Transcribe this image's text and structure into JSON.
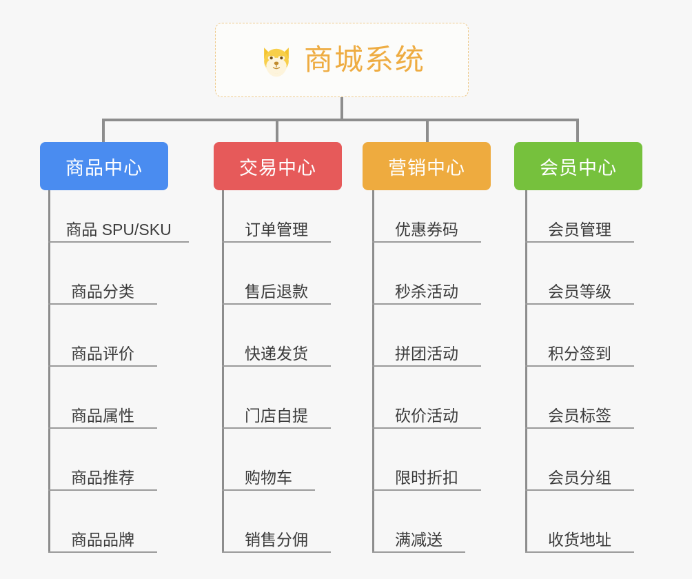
{
  "diagram": {
    "title": "商城系统",
    "root_icon": "dog-face-emoji",
    "background_color": "#f7f7f7",
    "title_color": "#eeac42",
    "connector_color": "#8d8d8d",
    "columns": [
      {
        "name": "商品中心",
        "color": "#4a8cf0",
        "items": [
          "商品 SPU/SKU",
          "商品分类",
          "商品评价",
          "商品属性",
          "商品推荐",
          "商品品牌"
        ]
      },
      {
        "name": "交易中心",
        "color": "#e65a5a",
        "items": [
          "订单管理",
          "售后退款",
          "快递发货",
          "门店自提",
          "购物车",
          "销售分佣"
        ]
      },
      {
        "name": "营销中心",
        "color": "#eeab3f",
        "items": [
          "优惠券码",
          "秒杀活动",
          "拼团活动",
          "砍价活动",
          "限时折扣",
          "满减送"
        ]
      },
      {
        "name": "会员中心",
        "color": "#76c13d",
        "items": [
          "会员管理",
          "会员等级",
          "积分签到",
          "会员标签",
          "会员分组",
          "收货地址"
        ]
      }
    ]
  }
}
